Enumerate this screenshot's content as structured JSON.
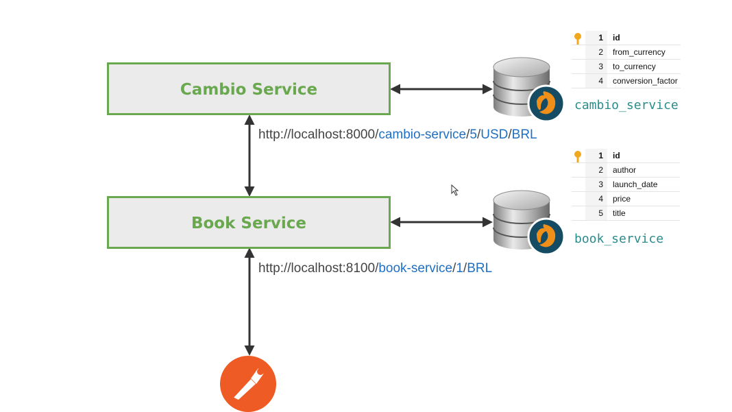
{
  "services": {
    "cambio": {
      "title": "Cambio Service"
    },
    "book": {
      "title": "Book Service"
    }
  },
  "urls": {
    "cambio": {
      "base": "http://localhost:8000/",
      "path": "cambio-service",
      "s1": "/",
      "id": "5",
      "s2": "/",
      "from": "USD",
      "s3": "/",
      "to": "BRL"
    },
    "book": {
      "base": "http://localhost:8100/",
      "path": "book-service",
      "s1": "/",
      "id": "1",
      "s2": "/",
      "currency": "BRL"
    }
  },
  "databases": {
    "cambio": {
      "name": "cambio_service",
      "columns": [
        {
          "num": "1",
          "name": "id",
          "primary_key": true
        },
        {
          "num": "2",
          "name": "from_currency"
        },
        {
          "num": "3",
          "name": "to_currency"
        },
        {
          "num": "4",
          "name": "conversion_factor"
        }
      ]
    },
    "book": {
      "name": "book_service",
      "columns": [
        {
          "num": "1",
          "name": "id",
          "primary_key": true
        },
        {
          "num": "2",
          "name": "author"
        },
        {
          "num": "3",
          "name": "launch_date"
        },
        {
          "num": "4",
          "name": "price"
        },
        {
          "num": "5",
          "name": "title"
        }
      ]
    }
  },
  "colors": {
    "spring_green": "#6aa84f",
    "link_blue": "#1f6fc5",
    "db_teal": "#2a8c8c",
    "postman_orange": "#ef5b25"
  },
  "icons": [
    "spring-leaf-icon",
    "database-icon",
    "mysql-dolphin-icon",
    "primary-key-icon",
    "postman-icon",
    "cursor-icon"
  ]
}
